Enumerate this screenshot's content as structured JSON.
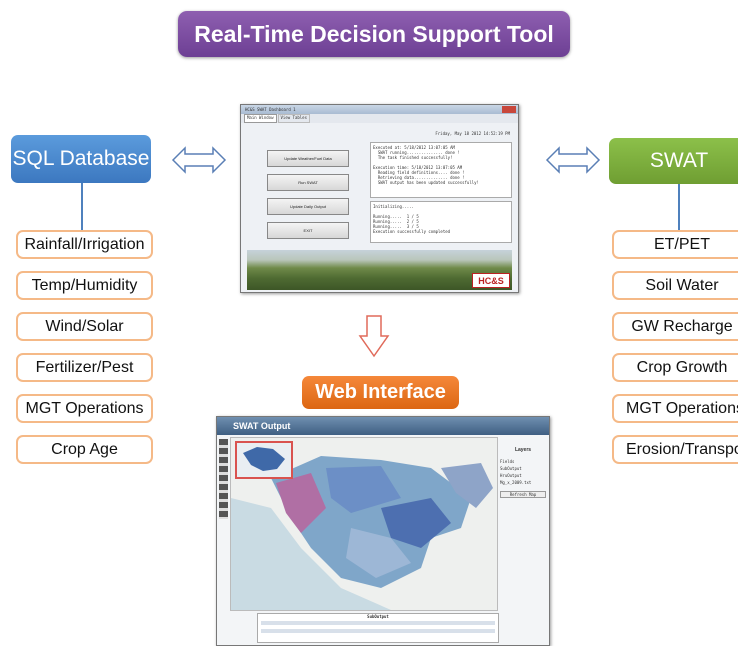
{
  "title": "Real-Time Decision Support Tool",
  "sql_header": "SQL Database",
  "swat_header": "SWAT",
  "web_header": "Web Interface",
  "inputs": [
    "Rainfall/Irrigation",
    "Temp/Humidity",
    "Wind/Solar",
    "Fertilizer/Pest",
    "MGT Operations",
    "Crop Age"
  ],
  "outputs": [
    "ET/PET",
    "Soil Water",
    "GW Recharge",
    "Crop Growth",
    "MGT Operations",
    "Erosion/Transport"
  ],
  "app": {
    "window_title": "HC&S SWAT Dashboard 1",
    "tabs": [
      "Main Window",
      "View Tables"
    ],
    "datetime": "Friday, May 18 2012 14:52:19 PM",
    "buttons": [
      "Update Weather/Fuel Data",
      "Run SWAT",
      "Update Daily Output",
      "EXIT"
    ],
    "log_top": "Executed at: 5/18/2012 13:07:05 AM\n  SWAT running............... done !\n  The task finished successfully!\n\nExecution time: 5/18/2012 13:07:05 AM\n  Reading field definitions.... done !\n  Retrieving data.............. done !\n  SWAT output has been updated successfully!",
    "log_bottom": "Initializing.....\n\nRunning.....  1 / 5\nRunning.....  2 / 5\nRunning.....  3 / 5\nExecution successfully completed",
    "logo": "HC&S"
  },
  "web": {
    "title": "SWAT Output",
    "layers_title": "Layers",
    "layers": [
      "Fields",
      "SubOutput",
      "HruOutput",
      "Mg_x_2009.txt"
    ],
    "refresh": "Refresh Map",
    "table_title": "SubOutput"
  },
  "colors": {
    "title": "#7b4ea3",
    "sql": "#4a8bd0",
    "swat": "#7eb140",
    "web": "#ec7424",
    "item_border": "#f5b987"
  }
}
